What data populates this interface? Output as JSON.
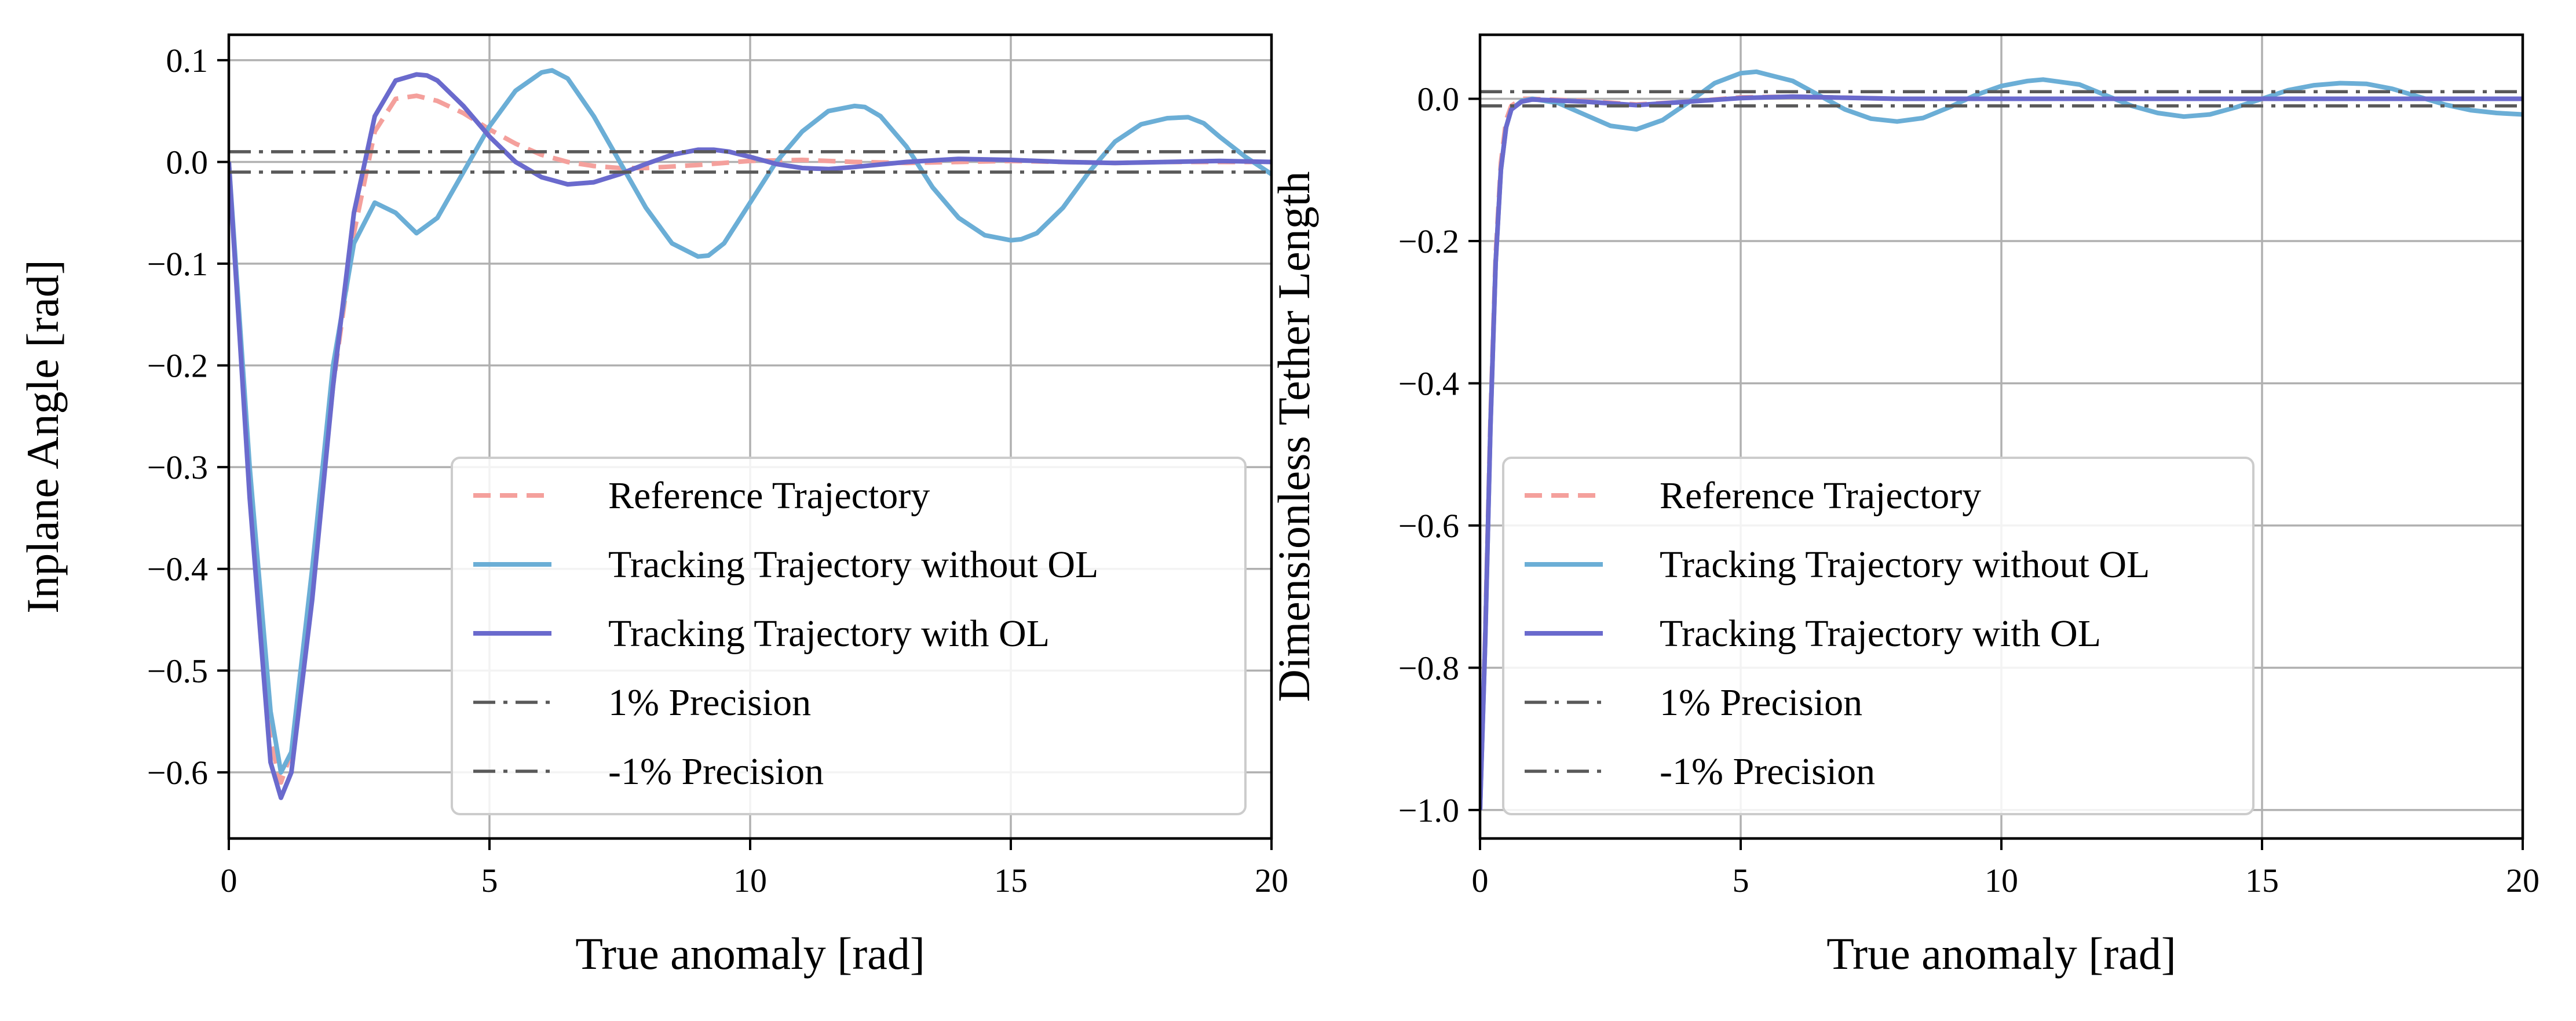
{
  "chart_data": [
    {
      "type": "line",
      "title": "",
      "xlabel": "True anomaly [rad]",
      "ylabel": "Inplane Angle [rad]",
      "xlim": [
        0,
        20
      ],
      "ylim": [
        -0.665,
        0.125
      ],
      "xticks": [
        0,
        5,
        10,
        15,
        20
      ],
      "xtick_labels": [
        "0",
        "5",
        "10",
        "15",
        "20"
      ],
      "yticks": [
        0.1,
        0.0,
        -0.1,
        -0.2,
        -0.3,
        -0.4,
        -0.5,
        -0.6
      ],
      "ytick_labels": [
        "0.1",
        "0.0",
        "−0.1",
        "−0.2",
        "−0.3",
        "−0.4",
        "−0.5",
        "−0.6"
      ],
      "grid": true,
      "legend_position": "lower-right",
      "series": [
        {
          "name": "Reference Trajectory",
          "color": "#f4a09c",
          "style": "dashed",
          "x": [
            0,
            0.4,
            0.8,
            1.0,
            1.2,
            1.6,
            2.0,
            2.4,
            2.8,
            3.2,
            3.6,
            4.0,
            4.5,
            5.0,
            5.5,
            6.0,
            6.5,
            7.0,
            7.5,
            8.0,
            9.0,
            10.0,
            11.0,
            12.0,
            13.0,
            14.0,
            15.0,
            16.0,
            17.0,
            18.0,
            19.0,
            20.0
          ],
          "y": [
            0.0,
            -0.32,
            -0.57,
            -0.61,
            -0.58,
            -0.42,
            -0.22,
            -0.07,
            0.03,
            0.062,
            0.065,
            0.06,
            0.048,
            0.032,
            0.018,
            0.007,
            0.0,
            -0.004,
            -0.006,
            -0.006,
            -0.003,
            0.001,
            0.002,
            0.0,
            -0.001,
            0.0,
            0.001,
            0.0,
            -0.001,
            0.0,
            0.0,
            0.0
          ]
        },
        {
          "name": "Tracking Trajectory without OL",
          "color": "#6baed6",
          "style": "solid",
          "x": [
            0,
            0.4,
            0.8,
            1.0,
            1.2,
            1.6,
            2.0,
            2.4,
            2.8,
            3.2,
            3.6,
            4.0,
            4.5,
            5.0,
            5.5,
            6.0,
            6.2,
            6.5,
            7.0,
            7.5,
            8.0,
            8.5,
            9.0,
            9.2,
            9.5,
            10.0,
            10.5,
            11.0,
            11.5,
            12.0,
            12.2,
            12.5,
            13.0,
            13.5,
            14.0,
            14.5,
            15.0,
            15.2,
            15.5,
            16.0,
            16.5,
            17.0,
            17.5,
            18.0,
            18.4,
            18.7,
            19.0,
            19.5,
            20.0
          ],
          "y": [
            0.0,
            -0.3,
            -0.54,
            -0.6,
            -0.58,
            -0.4,
            -0.2,
            -0.08,
            -0.04,
            -0.05,
            -0.07,
            -0.055,
            -0.01,
            0.035,
            0.07,
            0.088,
            0.09,
            0.082,
            0.045,
            0.0,
            -0.045,
            -0.08,
            -0.093,
            -0.092,
            -0.08,
            -0.04,
            0.0,
            0.03,
            0.05,
            0.055,
            0.054,
            0.045,
            0.015,
            -0.025,
            -0.055,
            -0.072,
            -0.077,
            -0.076,
            -0.07,
            -0.045,
            -0.01,
            0.02,
            0.037,
            0.043,
            0.044,
            0.038,
            0.025,
            0.005,
            -0.012
          ]
        },
        {
          "name": "Tracking Trajectory with OL",
          "color": "#6a6acd",
          "style": "solid",
          "x": [
            0,
            0.4,
            0.8,
            1.0,
            1.2,
            1.6,
            2.0,
            2.4,
            2.8,
            3.2,
            3.6,
            3.8,
            4.0,
            4.5,
            5.0,
            5.5,
            6.0,
            6.5,
            7.0,
            7.5,
            8.0,
            8.5,
            9.0,
            9.3,
            9.6,
            10.0,
            10.5,
            11.0,
            11.5,
            12.0,
            13.0,
            14.0,
            15.0,
            16.0,
            17.0,
            18.0,
            19.0,
            20.0
          ],
          "y": [
            0.0,
            -0.33,
            -0.59,
            -0.625,
            -0.6,
            -0.43,
            -0.22,
            -0.05,
            0.045,
            0.08,
            0.086,
            0.085,
            0.08,
            0.055,
            0.025,
            0.0,
            -0.015,
            -0.022,
            -0.02,
            -0.012,
            -0.002,
            0.007,
            0.012,
            0.012,
            0.01,
            0.005,
            -0.002,
            -0.006,
            -0.007,
            -0.005,
            0.0,
            0.003,
            0.002,
            0.0,
            -0.001,
            0.0,
            0.001,
            0.0
          ]
        },
        {
          "name": "1% Precision",
          "color": "#595959",
          "style": "dashdot",
          "x": [
            0,
            20
          ],
          "y": [
            0.01,
            0.01
          ]
        },
        {
          "name": "-1% Precision",
          "color": "#595959",
          "style": "dashdot",
          "x": [
            0,
            20
          ],
          "y": [
            -0.01,
            -0.01
          ]
        }
      ]
    },
    {
      "type": "line",
      "title": "",
      "xlabel": "True anomaly [rad]",
      "ylabel": "Dimensionless Tether Length",
      "xlim": [
        0,
        20
      ],
      "ylim": [
        -1.04,
        0.09
      ],
      "xticks": [
        0,
        5,
        10,
        15,
        20
      ],
      "xtick_labels": [
        "0",
        "5",
        "10",
        "15",
        "20"
      ],
      "yticks": [
        0.0,
        -0.2,
        -0.4,
        -0.6,
        -0.8,
        -1.0
      ],
      "ytick_labels": [
        "0.0",
        "−0.2",
        "−0.4",
        "−0.6",
        "−0.8",
        "−1.0"
      ],
      "grid": true,
      "legend_position": "lower-left",
      "series": [
        {
          "name": "Reference Trajectory",
          "color": "#f4a09c",
          "style": "dashed",
          "x": [
            0,
            0.1,
            0.2,
            0.3,
            0.4,
            0.5,
            0.6,
            0.8,
            1.0,
            2.0,
            3.0,
            4.0,
            5.0,
            6.0,
            8.0,
            10.0,
            12.0,
            14.0,
            16.0,
            18.0,
            20.0
          ],
          "y": [
            -1.0,
            -0.75,
            -0.45,
            -0.22,
            -0.09,
            -0.03,
            -0.01,
            0.0,
            0.0,
            -0.003,
            -0.008,
            -0.004,
            0.002,
            0.003,
            0.0,
            0.0,
            0.0,
            0.0,
            0.0,
            0.0,
            0.0
          ]
        },
        {
          "name": "Tracking Trajectory without OL",
          "color": "#6baed6",
          "style": "solid",
          "x": [
            0,
            0.1,
            0.2,
            0.3,
            0.4,
            0.5,
            0.6,
            0.8,
            1.0,
            1.5,
            2.0,
            2.5,
            3.0,
            3.5,
            4.0,
            4.5,
            5.0,
            5.3,
            6.0,
            6.5,
            7.0,
            7.5,
            8.0,
            8.5,
            9.0,
            9.5,
            10.0,
            10.5,
            10.8,
            11.5,
            12.0,
            12.5,
            13.0,
            13.5,
            14.0,
            14.5,
            15.0,
            15.5,
            16.0,
            16.5,
            17.0,
            17.5,
            18.0,
            18.5,
            19.0,
            19.5,
            20.0
          ],
          "y": [
            -1.0,
            -0.76,
            -0.46,
            -0.23,
            -0.1,
            -0.04,
            -0.015,
            -0.003,
            0.0,
            -0.006,
            -0.022,
            -0.038,
            -0.043,
            -0.03,
            -0.005,
            0.022,
            0.036,
            0.038,
            0.025,
            0.005,
            -0.015,
            -0.028,
            -0.032,
            -0.027,
            -0.012,
            0.005,
            0.018,
            0.025,
            0.027,
            0.02,
            0.005,
            -0.01,
            -0.02,
            -0.025,
            -0.022,
            -0.012,
            0.0,
            0.012,
            0.019,
            0.022,
            0.021,
            0.014,
            0.003,
            -0.008,
            -0.016,
            -0.02,
            -0.022
          ]
        },
        {
          "name": "Tracking Trajectory with OL",
          "color": "#6a6acd",
          "style": "solid",
          "x": [
            0,
            0.1,
            0.2,
            0.3,
            0.4,
            0.5,
            0.6,
            0.8,
            1.0,
            2.0,
            3.0,
            4.0,
            5.0,
            6.0,
            8.0,
            10.0,
            12.0,
            14.0,
            16.0,
            18.0,
            20.0
          ],
          "y": [
            -1.0,
            -0.76,
            -0.46,
            -0.23,
            -0.1,
            -0.04,
            -0.015,
            -0.004,
            -0.001,
            -0.004,
            -0.009,
            -0.004,
            0.001,
            0.003,
            0.0,
            0.0,
            0.0,
            0.0,
            0.0,
            0.0,
            0.0
          ]
        },
        {
          "name": "1% Precision",
          "color": "#595959",
          "style": "dashdot",
          "x": [
            0,
            20
          ],
          "y": [
            0.01,
            0.01
          ]
        },
        {
          "name": "-1% Precision",
          "color": "#595959",
          "style": "dashdot",
          "x": [
            0,
            20
          ],
          "y": [
            -0.01,
            -0.01
          ]
        }
      ]
    }
  ]
}
